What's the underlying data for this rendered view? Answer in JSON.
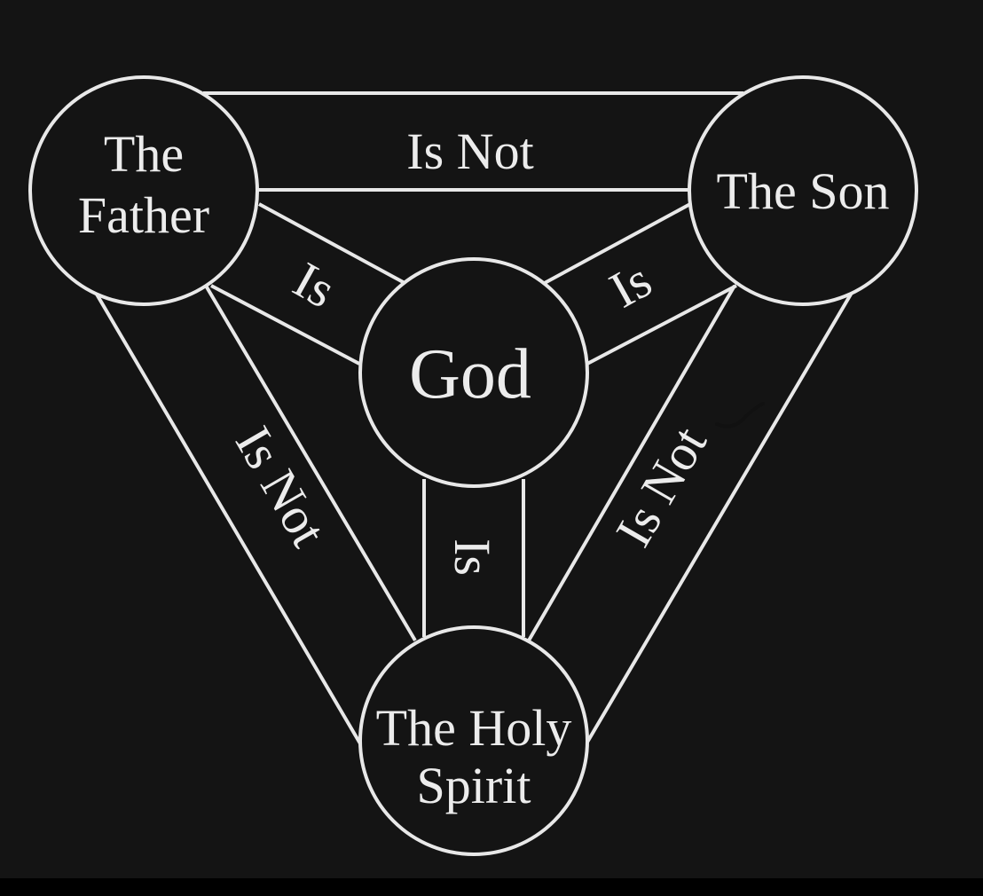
{
  "colors": {
    "background": "#141414",
    "line": "#e8e8e8",
    "text": "#ececec",
    "bottom_bar": "#000000"
  },
  "nodes": {
    "father": [
      "The",
      "Father"
    ],
    "son": [
      "The Son"
    ],
    "spirit": [
      "The Holy",
      "Spirit"
    ],
    "god": [
      "God"
    ]
  },
  "relations": {
    "father_son": "Is Not",
    "father_spirit": "Is Not",
    "son_spirit": "Is Not",
    "father_god": "Is",
    "son_god": "Is",
    "spirit_god": "Is"
  }
}
